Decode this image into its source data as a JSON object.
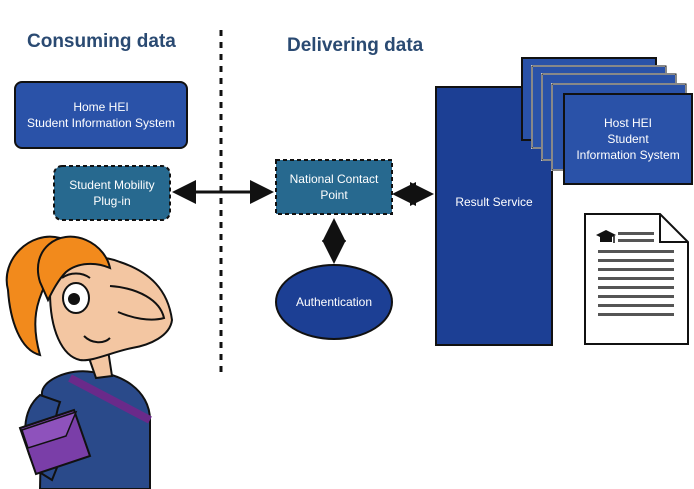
{
  "headings": {
    "consuming": "Consuming data",
    "delivering": "Delivering data"
  },
  "nodes": {
    "home_hei": {
      "line1": "Home HEI",
      "line2": "Student Information System"
    },
    "plugin": {
      "line1": "Student Mobility",
      "line2": "Plug-in"
    },
    "ncp": {
      "line1": "National Contact",
      "line2": "Point"
    },
    "authentication": {
      "label": "Authentication"
    },
    "result_service": {
      "label": "Result Service"
    },
    "host_hei": {
      "line1": "Host HEI",
      "line2": "Student",
      "line3": "Information System"
    }
  },
  "colors": {
    "dark_blue": "#1c3f94",
    "box_blue": "#2a52a8",
    "teal": "#27698f",
    "heading": "#2a4a72",
    "outline": "#111111"
  },
  "icons": [
    "document-icon",
    "graduation-cap-icon",
    "student-character-icon",
    "shoulder-bag-icon"
  ]
}
